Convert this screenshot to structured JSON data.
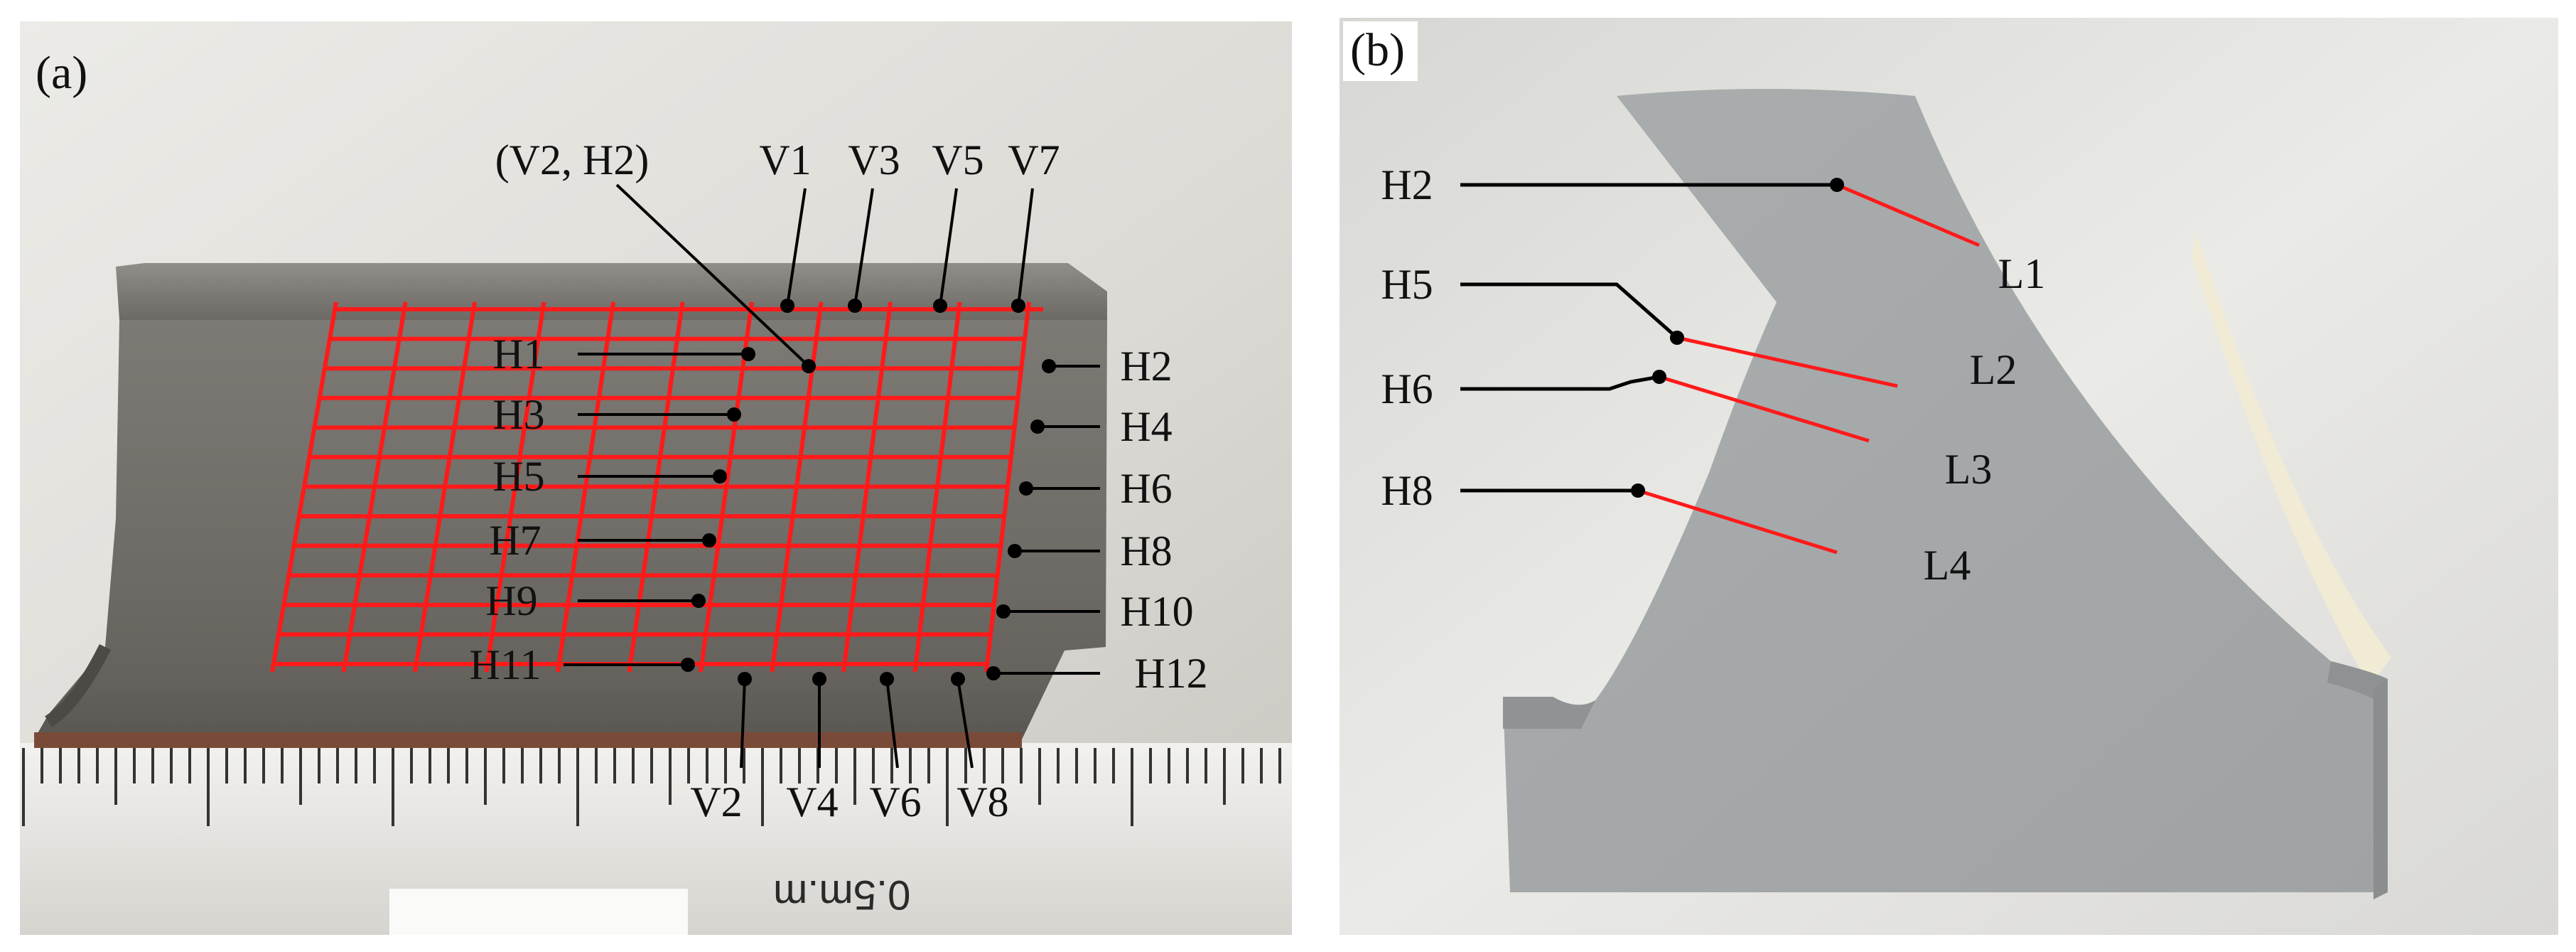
{
  "panel_a": {
    "letter": "(a)",
    "point_label": "(V2, H2)",
    "top_labels": [
      "V1",
      "V3",
      "V5",
      "V7"
    ],
    "bottom_labels": [
      "V2",
      "V4",
      "V6",
      "V8"
    ],
    "left_labels": [
      "H1",
      "H3",
      "H5",
      "H7",
      "H9",
      "H11"
    ],
    "right_labels": [
      "H2",
      "H4",
      "H6",
      "H8",
      "H10",
      "H12"
    ],
    "ruler_text": "0.5m.m",
    "grid_color": "#ff1a1a"
  },
  "panel_b": {
    "letter": "(b)",
    "h_labels": [
      "H2",
      "H5",
      "H6",
      "H8"
    ],
    "l_labels": [
      "L1",
      "L2",
      "L3",
      "L4"
    ],
    "line_color": "#ff1a1a",
    "specimen_color": "#a7abac"
  }
}
